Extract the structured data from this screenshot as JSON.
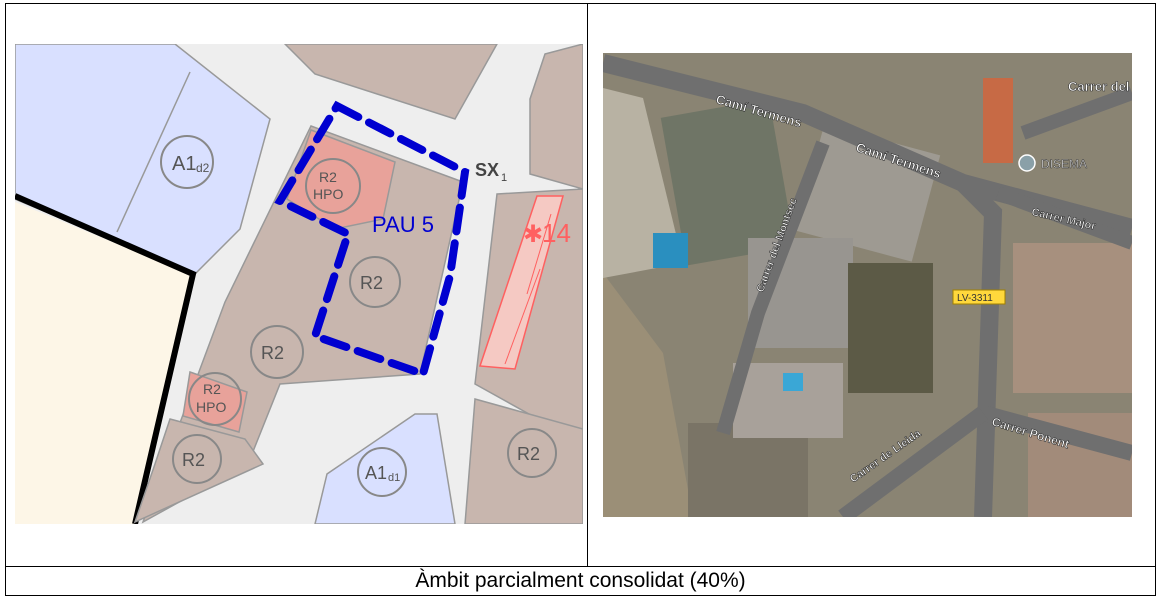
{
  "caption": "Àmbit parcialment consolidat (40%)",
  "plan": {
    "sector_label": "PAU 5",
    "sx_label": "SX",
    "sx_sub": "1",
    "a1_top": "A1",
    "a1_top_sub": "d2",
    "a1_bottom": "A1",
    "a1_bottom_sub": "d1",
    "r2": "R2",
    "hpo": "HPO",
    "marker": "14",
    "colors": {
      "residential": "#c8b6ae",
      "equipment": "#d9e0ff",
      "hpo": "#e8a29a",
      "boundary": "#0000d0",
      "marker": "#ff6060",
      "road": "#eeeeee"
    }
  },
  "satellite": {
    "street_1": "Camí Termens",
    "street_2": "Camí Termens",
    "street_3": "Carrer del",
    "street_4": "Carrer Major",
    "street_5": "Carrer del Montsec",
    "street_6": "Carrer Ponent",
    "street_7": "Carrer de Lleida",
    "poi": "DISEMA",
    "road_shield": "LV-3311"
  }
}
